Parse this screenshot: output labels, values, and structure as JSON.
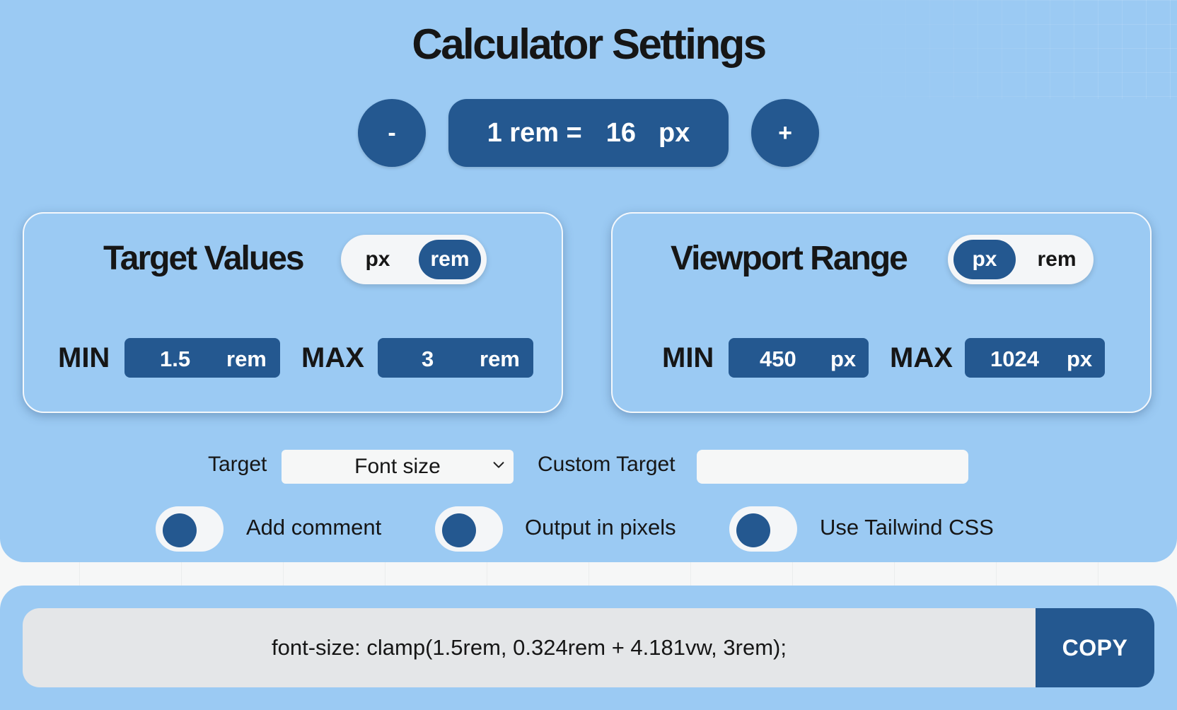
{
  "header": {
    "title": "Calculator Settings",
    "decrement_label": "-",
    "increment_label": "+",
    "rem_prefix": "1 rem =",
    "rem_value": "16",
    "rem_unit": "px"
  },
  "target_values": {
    "title": "Target Values",
    "units": [
      "px",
      "rem"
    ],
    "active_unit": "rem",
    "min_label": "MIN",
    "min_value": "1.5",
    "min_unit": "rem",
    "max_label": "MAX",
    "max_value": "3",
    "max_unit": "rem"
  },
  "viewport_range": {
    "title": "Viewport Range",
    "units": [
      "px",
      "rem"
    ],
    "active_unit": "px",
    "min_label": "MIN",
    "min_value": "450",
    "min_unit": "px",
    "max_label": "MAX",
    "max_value": "1024",
    "max_unit": "px"
  },
  "options": {
    "target_label": "Target",
    "target_selected": "Font size",
    "custom_target_label": "Custom Target",
    "custom_target_value": "",
    "toggles": [
      {
        "label": "Add comment",
        "on": false
      },
      {
        "label": "Output in pixels",
        "on": false
      },
      {
        "label": "Use Tailwind CSS",
        "on": false
      }
    ]
  },
  "output": {
    "code": "font-size: clamp(1.5rem, 0.324rem + 4.181vw, 3rem);",
    "copy_label": "COPY"
  },
  "colors": {
    "panel_bg": "#9bcaf3",
    "accent": "#245890",
    "page_bg": "#f6f7f7"
  }
}
